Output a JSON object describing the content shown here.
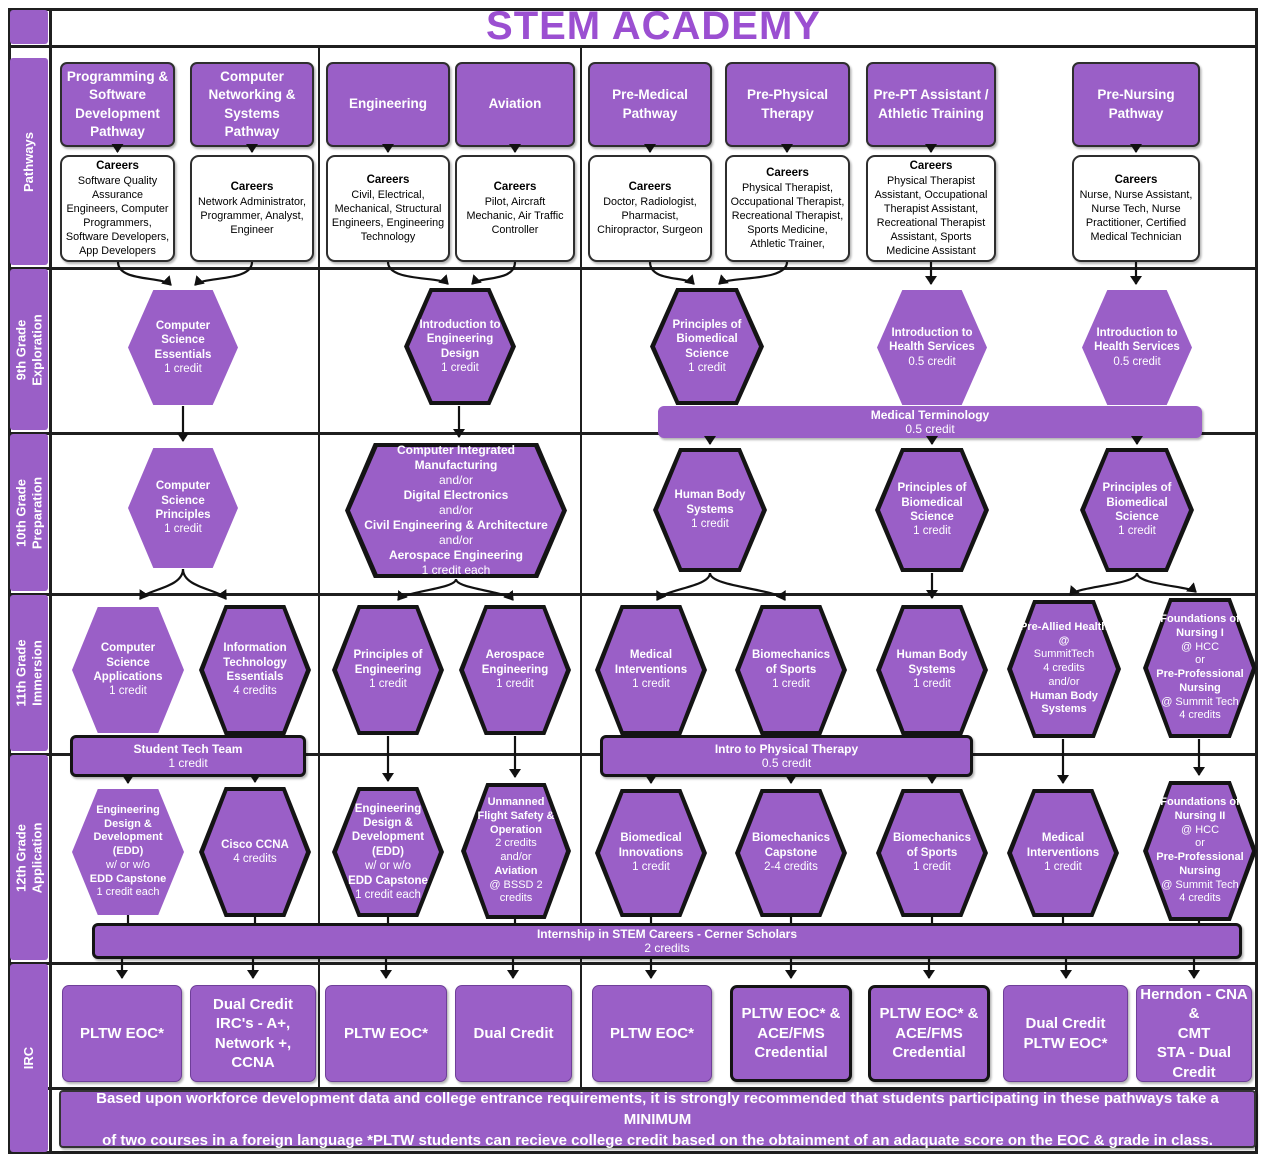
{
  "title": "STEM ACADEMY",
  "colors": {
    "purple": "#9a5fc7",
    "title_text": "#9b4fd1",
    "line": "#1f1f1f"
  },
  "sidebar": {
    "cells": [
      {
        "label": ""
      },
      {
        "label": "Pathways"
      },
      {
        "label": "9th Grade\nExploration"
      },
      {
        "label": "10th Grade\nPreparation"
      },
      {
        "label": "11th Grade\nImmersion"
      },
      {
        "label": "12th Grade\nApplication"
      },
      {
        "label": "IRC"
      }
    ]
  },
  "pathways": [
    {
      "label": "Programming & Software Development Pathway",
      "careers_heading": "Careers",
      "careers": "Software Quality Assurance Engineers, Computer Programmers, Software Developers, App Developers"
    },
    {
      "label": "Computer Networking & Systems Pathway",
      "careers_heading": "Careers",
      "careers": "Network Administrator, Programmer, Analyst, Engineer"
    },
    {
      "label": "Engineering",
      "careers_heading": "Careers",
      "careers": "Civil, Electrical, Mechanical, Structural Engineers, Engineering Technology"
    },
    {
      "label": "Aviation",
      "careers_heading": "Careers",
      "careers": "Pilot, Aircraft Mechanic, Air Traffic Controller"
    },
    {
      "label": "Pre-Medical Pathway",
      "careers_heading": "Careers",
      "careers": "Doctor, Radiologist, Pharmacist, Chiropractor, Surgeon"
    },
    {
      "label": "Pre-Physical Therapy",
      "careers_heading": "Careers",
      "careers": "Physical Therapist, Occupational Therapist, Recreational Therapist, Sports Medicine, Athletic Trainer,"
    },
    {
      "label": "Pre-PT Assistant / Athletic Training",
      "careers_heading": "Careers",
      "careers": "Physical Therapist Assistant, Occupational Therapist Assistant, Recreational Therapist Assistant, Sports Medicine Assistant"
    },
    {
      "label": "Pre-Nursing Pathway",
      "careers_heading": "Careers",
      "careers": "Nurse, Nurse Assistant, Nurse Tech, Nurse Practitioner, Certified Medical Technician"
    }
  ],
  "grade9": [
    {
      "lines": [
        {
          "t": "Computer Science Essentials",
          "b": 1
        },
        {
          "t": "1 credit",
          "b": 0
        }
      ]
    },
    {
      "lines": [
        {
          "t": "Introduction to Engineering Design",
          "b": 1
        },
        {
          "t": "1 credit",
          "b": 0
        }
      ]
    },
    {
      "lines": [
        {
          "t": "Principles of Biomedical Science",
          "b": 1
        },
        {
          "t": "1 credit",
          "b": 0
        }
      ]
    },
    {
      "lines": [
        {
          "t": "Introduction to Health Services",
          "b": 1
        },
        {
          "t": "0.5 credit",
          "b": 0
        }
      ]
    },
    {
      "lines": [
        {
          "t": "Introduction to Health Services",
          "b": 1
        },
        {
          "t": "0.5 credit",
          "b": 0
        }
      ]
    }
  ],
  "grade10": [
    {
      "lines": [
        {
          "t": "Computer Science Principles",
          "b": 1
        },
        {
          "t": "1 credit",
          "b": 0
        }
      ]
    },
    {
      "lines": [
        {
          "t": "Computer Integrated Manufacturing",
          "b": 1
        },
        {
          "t": "and/or",
          "b": 0
        },
        {
          "t": "Digital Electronics",
          "b": 1
        },
        {
          "t": "and/or",
          "b": 0
        },
        {
          "t": "Civil Engineering & Architecture",
          "b": 1
        },
        {
          "t": "and/or",
          "b": 0
        },
        {
          "t": "Aerospace Engineering",
          "b": 1
        },
        {
          "t": "1 credit each",
          "b": 0
        }
      ]
    },
    {
      "lines": [
        {
          "t": "Human Body Systems",
          "b": 1
        },
        {
          "t": "1 credit",
          "b": 0
        }
      ]
    },
    {
      "lines": [
        {
          "t": "Principles of Biomedical Science",
          "b": 1
        },
        {
          "t": "1 credit",
          "b": 0
        }
      ]
    },
    {
      "lines": [
        {
          "t": "Principles of Biomedical Science",
          "b": 1
        },
        {
          "t": "1 credit",
          "b": 0
        }
      ]
    }
  ],
  "grade11": [
    {
      "lines": [
        {
          "t": "Computer Science Applications",
          "b": 1
        },
        {
          "t": "1 credit",
          "b": 0
        }
      ]
    },
    {
      "lines": [
        {
          "t": "Information Technology Essentials",
          "b": 1
        },
        {
          "t": "4 credits",
          "b": 0
        }
      ]
    },
    {
      "lines": [
        {
          "t": "Principles of Engineering",
          "b": 1
        },
        {
          "t": "1 credit",
          "b": 0
        }
      ]
    },
    {
      "lines": [
        {
          "t": "Aerospace Engineering",
          "b": 1
        },
        {
          "t": "1 credit",
          "b": 0
        }
      ]
    },
    {
      "lines": [
        {
          "t": "Medical Interventions",
          "b": 1
        },
        {
          "t": "1 credit",
          "b": 0
        }
      ]
    },
    {
      "lines": [
        {
          "t": "Biomechanics of Sports",
          "b": 1
        },
        {
          "t": "1 credit",
          "b": 0
        }
      ]
    },
    {
      "lines": [
        {
          "t": "Human Body Systems",
          "b": 1
        },
        {
          "t": "1 credit",
          "b": 0
        }
      ]
    },
    {
      "lines": [
        {
          "t": "Pre-Allied Health @",
          "b": 1
        },
        {
          "t": "SummitTech",
          "b": 0
        },
        {
          "t": "4 credits",
          "b": 0
        },
        {
          "t": "and/or",
          "b": 0
        },
        {
          "t": "Human Body Systems",
          "b": 1
        }
      ]
    },
    {
      "lines": [
        {
          "t": "Foundations of Nursing I",
          "b": 1
        },
        {
          "t": "@ HCC",
          "b": 0
        },
        {
          "t": "or",
          "b": 0
        },
        {
          "t": "Pre-Professional Nursing",
          "b": 1
        },
        {
          "t": "@ Summit Tech",
          "b": 0
        },
        {
          "t": "4 credits",
          "b": 0
        }
      ]
    }
  ],
  "grade12": [
    {
      "lines": [
        {
          "t": "Engineering Design & Development (EDD)",
          "b": 1
        },
        {
          "t": "w/ or w/o",
          "b": 0
        },
        {
          "t": "EDD Capstone",
          "b": 1
        },
        {
          "t": "1 credit each",
          "b": 0
        }
      ]
    },
    {
      "lines": [
        {
          "t": "Cisco CCNA",
          "b": 1
        },
        {
          "t": "4 credits",
          "b": 0
        }
      ]
    },
    {
      "lines": [
        {
          "t": "Engineering Design & Development (EDD)",
          "b": 1
        },
        {
          "t": "w/ or w/o",
          "b": 0
        },
        {
          "t": "EDD Capstone",
          "b": 1
        },
        {
          "t": "1 credit each",
          "b": 0
        }
      ]
    },
    {
      "lines": [
        {
          "t": "Unmanned Flight Safety & Operation",
          "b": 1
        },
        {
          "t": "2 credits",
          "b": 0
        },
        {
          "t": "and/or",
          "b": 0
        },
        {
          "t": "Aviation",
          "b": 1
        },
        {
          "t": "@ BSSD 2 credits",
          "b": 0
        }
      ]
    },
    {
      "lines": [
        {
          "t": "Biomedical Innovations",
          "b": 1
        },
        {
          "t": "1 credit",
          "b": 0
        }
      ]
    },
    {
      "lines": [
        {
          "t": "Biomechanics Capstone",
          "b": 1
        },
        {
          "t": "2-4 credits",
          "b": 0
        }
      ]
    },
    {
      "lines": [
        {
          "t": "Biomechanics of Sports",
          "b": 1
        },
        {
          "t": "1 credit",
          "b": 0
        }
      ]
    },
    {
      "lines": [
        {
          "t": "Medical Interventions",
          "b": 1
        },
        {
          "t": "1 credit",
          "b": 0
        }
      ]
    },
    {
      "lines": [
        {
          "t": "Foundations of Nursing II",
          "b": 1
        },
        {
          "t": "@ HCC",
          "b": 0
        },
        {
          "t": "or",
          "b": 0
        },
        {
          "t": "Pre-Professional Nursing",
          "b": 1
        },
        {
          "t": "@ Summit Tech",
          "b": 0
        },
        {
          "t": "4 credits",
          "b": 0
        }
      ]
    }
  ],
  "bars": {
    "medical_terminology": {
      "lines": [
        {
          "t": "Medical Terminology",
          "b": 1
        },
        {
          "t": "0.5 credit",
          "b": 0
        }
      ]
    },
    "student_tech_team": {
      "lines": [
        {
          "t": "Student Tech Team",
          "b": 1
        },
        {
          "t": "1 credit",
          "b": 0
        }
      ]
    },
    "intro_physical_therapy": {
      "lines": [
        {
          "t": "Intro to Physical Therapy",
          "b": 1
        },
        {
          "t": "0.5 credit",
          "b": 0
        }
      ]
    },
    "internship": {
      "lines": [
        {
          "t": "Internship in STEM Careers - Cerner Scholars",
          "b": 1
        },
        {
          "t": "2 credits",
          "b": 0
        }
      ]
    }
  },
  "irc": [
    {
      "label": "PLTW EOC*"
    },
    {
      "label": "Dual Credit\nIRC's - A+,\nNetwork +, CCNA"
    },
    {
      "label": "PLTW EOC*"
    },
    {
      "label": "Dual Credit"
    },
    {
      "label": "PLTW EOC*"
    },
    {
      "label": "PLTW EOC* &\nACE/FMS\nCredential"
    },
    {
      "label": "PLTW EOC* &\nACE/FMS\nCredential"
    },
    {
      "label": "Dual Credit\nPLTW EOC*"
    },
    {
      "label": "Herndon - CNA &\nCMT\nSTA - Dual Credit"
    }
  ],
  "footer": {
    "note": "Based upon workforce development data and college entrance requirements, it is strongly recommended that students participating in these pathways take a MINIMUM\nof two courses in a foreign language    *PLTW students can recieve college credit based on the obtainment of an adaquate score on the EOC & grade in class."
  }
}
